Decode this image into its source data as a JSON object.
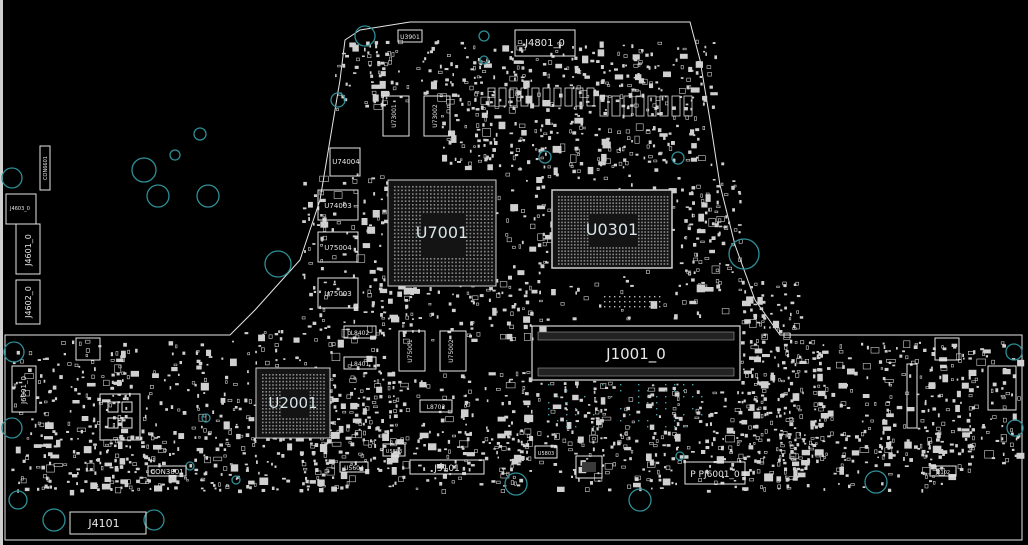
{
  "board": {
    "background": "#000000",
    "silkscreen_color": "#e6e6e6",
    "hole_color": "#2e8f97"
  },
  "components": {
    "u7001": "U7001",
    "u0301": "U0301",
    "j1001": "J1001_0",
    "u2001": "U2001",
    "j4801": "J4801_0",
    "j3101": "J3101",
    "pj6001": "P PJ6001_0",
    "j4101": "J4101",
    "con3801": "CON3801",
    "con6601": "CON6601",
    "j4601": "J4601_0",
    "j4602": "J4602_0",
    "j4603": "J4603_0",
    "u74004": "U74004",
    "u74003": "U74003",
    "u75004": "U75004",
    "u75003": "U75003",
    "u3901": "U3901",
    "u5604": "U5604",
    "u5803": "U5803",
    "l8402": "L8402",
    "l8401": "L8401",
    "l8702": "L8702",
    "j6001": "J6001_0",
    "u3102": "J3102",
    "u5803b": "U5803",
    "u7300a": "U73001",
    "u7300b": "U73002",
    "u7500a": "U75001",
    "u7500b": "U75002",
    "j3102": "J3102"
  }
}
